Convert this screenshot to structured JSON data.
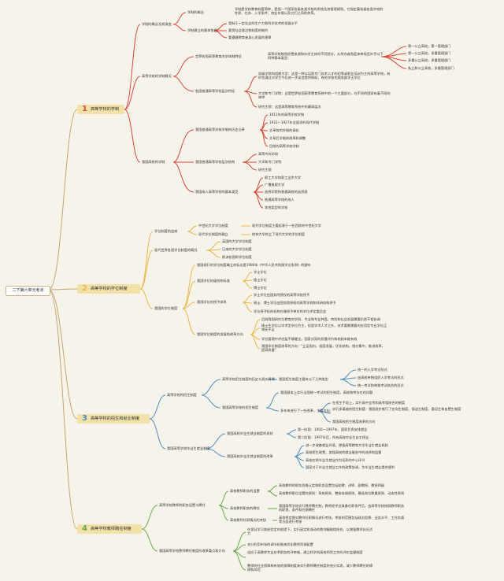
{
  "root": "二下第六单元考点",
  "sections": [
    {
      "num": "1",
      "title": "高等学校的学制",
      "color": "#d94a3c"
    },
    {
      "num": "2",
      "title": "高等学校的学位制度",
      "color": "#e8b84a"
    },
    {
      "num": "3",
      "title": "高等学校的招生和就业制度",
      "color": "#4d8fc4"
    },
    {
      "num": "4",
      "title": "高等学校教师聘任制度",
      "color": "#6aa84f"
    }
  ],
  "s1": {
    "b1": "学制的概念及其演变",
    "b1a": "学制的概念",
    "b1a_text": "学制是学校教育制度简称，是指一个国家各级各类学校的系统及其管理规则。它规定着各级各类学校的性质、任务、入学条件、修业年限以及它们之间的关系。",
    "b1b": "学制建立的基本依据",
    "b1b_items": [
      "受制于一定社会的生产力和科学技术的发展水平",
      "要受社会政治和制度的制约",
      "要遵循教育者身心发展的规律"
    ],
    "b2": "高等学校的学制概况",
    "b2a": "世界各国高等教育办学体制特征",
    "b2a_text": "高等学校按照经费来源和办学主体的不同划分，从举办者角度来审视无外乎以下四种基本类型：",
    "b2a_items": [
      "第一公立高校，第一管理部门",
      "第一公立高校，多重管理部门",
      "多重公立高校，多重管理部门",
      "私立和公立高校，多重管理部门"
    ],
    "b2b": "各国普通高等学校层次特征",
    "b2b_items": [
      "初级学院和短期大学：这是一种以培养专门技术人才的初等或职业培训为主的高等学校，有时也通过对学生今后进一步深造提供帮助，有的学校也颁发副学士学位",
      "大学和专门学院：这是世界各国高等教育系统中的一个主要部分，在不同的国家有着不同的称呼",
      "研究生院：这是高等教育系统中的最高层次"
    ],
    "b3": "我国高校的学制",
    "b3a": "我国普通高等学校学制的历史沿革",
    "b3a_items": [
      "1911年的高等学校学制",
      "1922一1927年全面学的现代学制",
      "文革前的学制的演化",
      "文革后学制的改革和调整",
      "目前的高等学校学制"
    ],
    "b3b": "我国普通高等学校层次结构",
    "b3b_items": [
      "高等专科学校",
      "大学和专门学院",
      "研究生院"
    ],
    "b3c": "我国成人高等学校的基本类型",
    "b3c_items": [
      "职工大学和职工业余大学",
      "广播电视大学",
      "函授学院和普通高校的函授部",
      "普通高等学校的成人",
      "其他类型的学校"
    ]
  },
  "s2": {
    "b1": "学位制度的由来",
    "b1_items": [
      "中世纪大学学位制度",
      "现代学位制度的确立"
    ],
    "b1_notes": [
      "现代学位制度主要起源于一些西欧的中世纪大学",
      "他林大学的立了现代大学的学位制度"
    ],
    "b2": "现代世界各国学位制度的概况",
    "b2_items": [
      "英国的大学学位制度",
      "日本的大学学位制度",
      "欧洲各国的学位制度"
    ],
    "b3": "我国的学位制度",
    "b3a": "我国现行的学位制度确立的标志是1980年《中华人民共和国学位条例》的颁布",
    "b3b": "我国学位的级别和标准",
    "b3b_items": [
      "学士学位",
      "硕士学位",
      "博士学位"
    ],
    "b3c": "我国学位的授予体系",
    "b3c_items": [
      "学士学位由国务院授权的高等学校授予",
      "硕士、博士学位由国务院授权的高等学校和科研机构授予",
      "学位授予权的机构在做授予单位的学位评定委员会"
    ],
    "b3d": "我国学位制度的发展和改革方向",
    "b3d_items": [
      "目前我国研究生教育的学科、专业和专业种类，特别和社会发展需要仍然不相协调",
      "硕士生学位以学术型学位为主，但是学术人才之外，技术要需需要的应用型专业学位正增长不足",
      "学位管理中评估监不够健全，国家对双的质量评价和机制未能有效",
      "我国学位制度改革的方向：\"立足国内，适度发展，优化结构，相对集中，推进改革，提高质量\""
    ]
  },
  "s3": {
    "b1": "高等学校的招生制度",
    "b1a": "高等学校招生制度的历史与现实背景",
    "b1a_text": "我国招生制度主要有以下几种类型",
    "b1a_items": [
      "统一的入学考试形式",
      "由高校单独组织入学考试的形式",
      "统一考试和单独考试结合的形式"
    ],
    "b1b": "我国高等学校的招生制度",
    "b1b_text": "我国基本上实行全国统一考试的招生制度，高校统考存在的问题",
    "b1b_label": "多年来进行了一些改革，主要包括：",
    "b1b_items": [
      "在招生手段上，实行高中会考和高考相结合的制度",
      "实行多渠道的招生制度：我国逐步推行了定向生制度、保送生制度、委培生和自费生制度",
      "我国高校招生制度改革的方向"
    ],
    "b2": "我国高等学校毕业生就业制度",
    "b2a": "我国高校毕业生就业制度的现状",
    "b2a_items": [
      "第一阶段：1950一1997年，国家负责安排就业",
      "第二阶段：1997年后，所有高校毕业生自主择业"
    ],
    "b2b": "我国高校毕业生就业制度的改革",
    "b2b_items": [
      "进一步改善就业环境，增强高等教育大学毕业生就业机制",
      "高校招生政策，加强高校的就业服务中的选择和监督",
      "高校应将毕业生就业作为培养的中心环节",
      "国家对于毕业生就业工作的政策协调，为毕业生就业提供便利"
    ]
  },
  "s4": {
    "b1": "高等学校教师的职务设置与聘任",
    "b1a": "高校教师职务的设置",
    "b1a_items": [
      "高校教师的职务资格认定和职务设置包括助教、讲师、副教授、教授四级",
      "高校教师职位设置的原则：系统原则、整体协调原则、最低岗位数量原则、动态性原则"
    ],
    "b1b": "高校教师职务的聘任",
    "b1b_text": "我国高等学校实行教师聘任制，教师经评议具备任职条件后，由高等学校按照教师职务的职责、条件和任期聘任",
    "b1c": "高校教师任职情况的考核",
    "b1c_text": "高校将定期对教师任职情况进行考核，考核的范围包括政治思想、业务水平、工作实绩等方面进行考核",
    "b2": "我国高等学校教师聘任制度的改革重点和方向",
    "b2_items": [
      "在保证学习和经验定的前提下，实行因定和流动的教师编制相结合，以增强教师队伍活力",
      "充分利用市场的调节机制来优化教师资源配置",
      "适应于高教师专业技术职务的评审制，建立科学的高校师资工作的评价监督制度",
      "教师的社会保障和有效的保障制度来实行教师聘任制度的充分实现，减少教师聘任的障碍和风险"
    ]
  }
}
